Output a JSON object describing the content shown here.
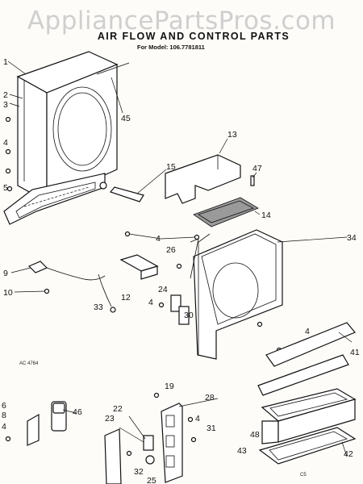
{
  "watermark": "AppliancePartsPros.com",
  "title": "AIR FLOW AND CONTROL PARTS",
  "model_line": "For Model:  106.7781811",
  "part_labels": [
    {
      "id": "1",
      "text": "1"
    },
    {
      "id": "2",
      "text": "2"
    },
    {
      "id": "3",
      "text": "3"
    },
    {
      "id": "4a",
      "text": "4"
    },
    {
      "id": "5",
      "text": "5"
    },
    {
      "id": "45",
      "text": "45"
    },
    {
      "id": "13",
      "text": "13"
    },
    {
      "id": "15",
      "text": "15"
    },
    {
      "id": "47",
      "text": "47"
    },
    {
      "id": "14",
      "text": "14"
    },
    {
      "id": "34",
      "text": "34"
    },
    {
      "id": "4b",
      "text": "4"
    },
    {
      "id": "26",
      "text": "26"
    },
    {
      "id": "9",
      "text": "9"
    },
    {
      "id": "10",
      "text": "10"
    },
    {
      "id": "33",
      "text": "33"
    },
    {
      "id": "12",
      "text": "12"
    },
    {
      "id": "24",
      "text": "24"
    },
    {
      "id": "4c",
      "text": "4"
    },
    {
      "id": "30",
      "text": "30"
    },
    {
      "id": "4d",
      "text": "4"
    },
    {
      "id": "41",
      "text": "41"
    },
    {
      "id": "6",
      "text": "6"
    },
    {
      "id": "8",
      "text": "8"
    },
    {
      "id": "4e",
      "text": "4"
    },
    {
      "id": "46",
      "text": "46"
    },
    {
      "id": "19",
      "text": "19"
    },
    {
      "id": "28",
      "text": "28"
    },
    {
      "id": "22",
      "text": "22"
    },
    {
      "id": "23",
      "text": "23"
    },
    {
      "id": "4f",
      "text": "4"
    },
    {
      "id": "31",
      "text": "31"
    },
    {
      "id": "48",
      "text": "48"
    },
    {
      "id": "43",
      "text": "43"
    },
    {
      "id": "42",
      "text": "42"
    },
    {
      "id": "32",
      "text": "32"
    },
    {
      "id": "25",
      "text": "25"
    }
  ],
  "small_text": {
    "ref_code": "AC 4764",
    "page_code": "C5"
  }
}
